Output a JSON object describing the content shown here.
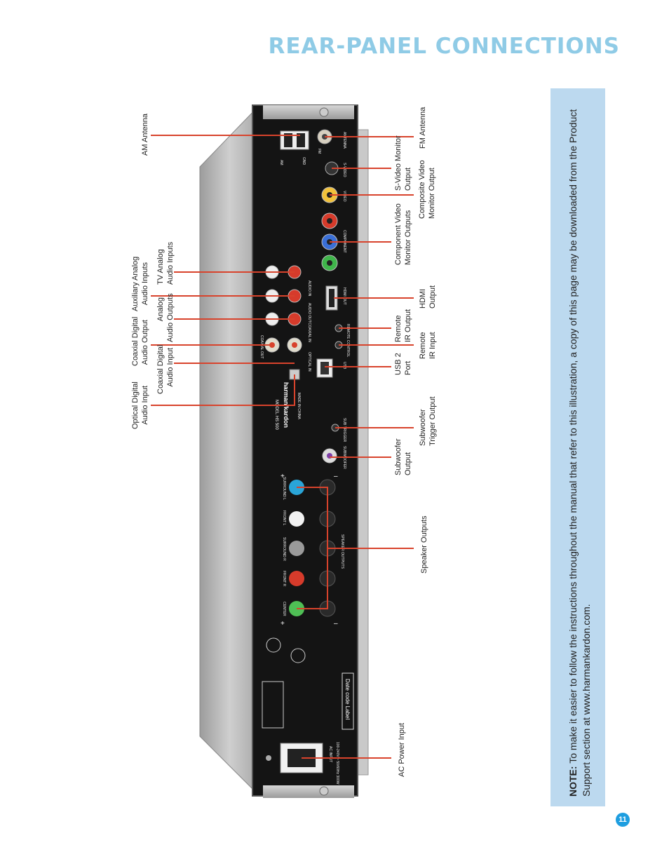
{
  "page": {
    "title": "REAR-PANEL CONNECTIONS",
    "page_number": "11"
  },
  "note": {
    "label": "NOTE:",
    "text": " To make it easier to follow the instructions throughout the manual that refer to this illustration, a copy of this page may be downloaded from the Product Support section at www.harmankardon.com."
  },
  "callouts": {
    "am_antenna": [
      "AM Antenna"
    ],
    "fm_antenna": [
      "FM Antenna"
    ],
    "s_video": [
      "S-Video Monitor",
      "Output"
    ],
    "composite_video": [
      "Composite Video",
      "Monitor Output"
    ],
    "component_video": [
      "Component Video",
      "Monitor Outputs"
    ],
    "hdmi": [
      "HDMI",
      "Output"
    ],
    "remote_ir_out": [
      "Remote",
      "IR Output"
    ],
    "remote_ir_in": [
      "Remote",
      "IR Input"
    ],
    "usb": [
      "USB 2",
      "Port"
    ],
    "sub_trigger": [
      "Subwoofer",
      "Trigger Output"
    ],
    "sub_out": [
      "Subwoofer",
      "Output"
    ],
    "speaker_outputs": [
      "Speaker Outputs"
    ],
    "ac_power": [
      "AC Power Input"
    ],
    "tv_analog": [
      "TV Analog",
      "Audio Inputs"
    ],
    "aux_analog": [
      "Auxiliary Analog",
      "Audio Inputs"
    ],
    "analog_out": [
      "Analog",
      "Audio Outputs"
    ],
    "coax_out": [
      "Coaxial Digital",
      "Audio Output"
    ],
    "coax_in": [
      "Coaxial Digital",
      "Audio Input"
    ],
    "optical_in": [
      "Optical Digital",
      "Audio Input"
    ]
  },
  "panel": {
    "brand": "harman/kardon",
    "model": "MODEL HS 500",
    "made_in": "MADE IN CHINA",
    "date_code": "Date code Label",
    "label_am": "AM",
    "label_gnd": "GND",
    "label_fm": "FM",
    "label_antenna": "ANTENNA",
    "label_svideo": "S-VIDEO",
    "label_video": "VIDEO",
    "label_component": "COMPONENT",
    "label_hdmi": "HDMI OUT",
    "label_remote": "REMOTE CONTROL",
    "label_usb": "USB",
    "label_optical": "OPTICAL IN",
    "label_coax_in": "COAXIAL IN",
    "label_coax_out": "COAXIAL OUT",
    "label_audio_out": "AUDIO OUT",
    "label_audio_in": "AUDIO IN",
    "label_subwoofer": "SUBWOOFER",
    "label_sub_trigger": "SUB TRIGGER",
    "label_speaker": "SPEAKER OUTPUTS",
    "label_center": "CENTER",
    "label_front_r": "FRONT R",
    "label_surround_r": "SURROUND R",
    "label_front_l": "FRONT L",
    "label_surround_l": "SURROUND L",
    "label_ac": "AC INPUT",
    "label_ac_rating": "100-240V ~ 50/60Hz 300W",
    "plus": "+",
    "minus": "–"
  },
  "colors": {
    "title": "#8fcbe6",
    "note_panel": "#bcd9ef",
    "callout_line": "#d8432c",
    "page_badge": "#1e9ee0",
    "panel_black": "#141414",
    "chassis": "#b8b8b8"
  }
}
